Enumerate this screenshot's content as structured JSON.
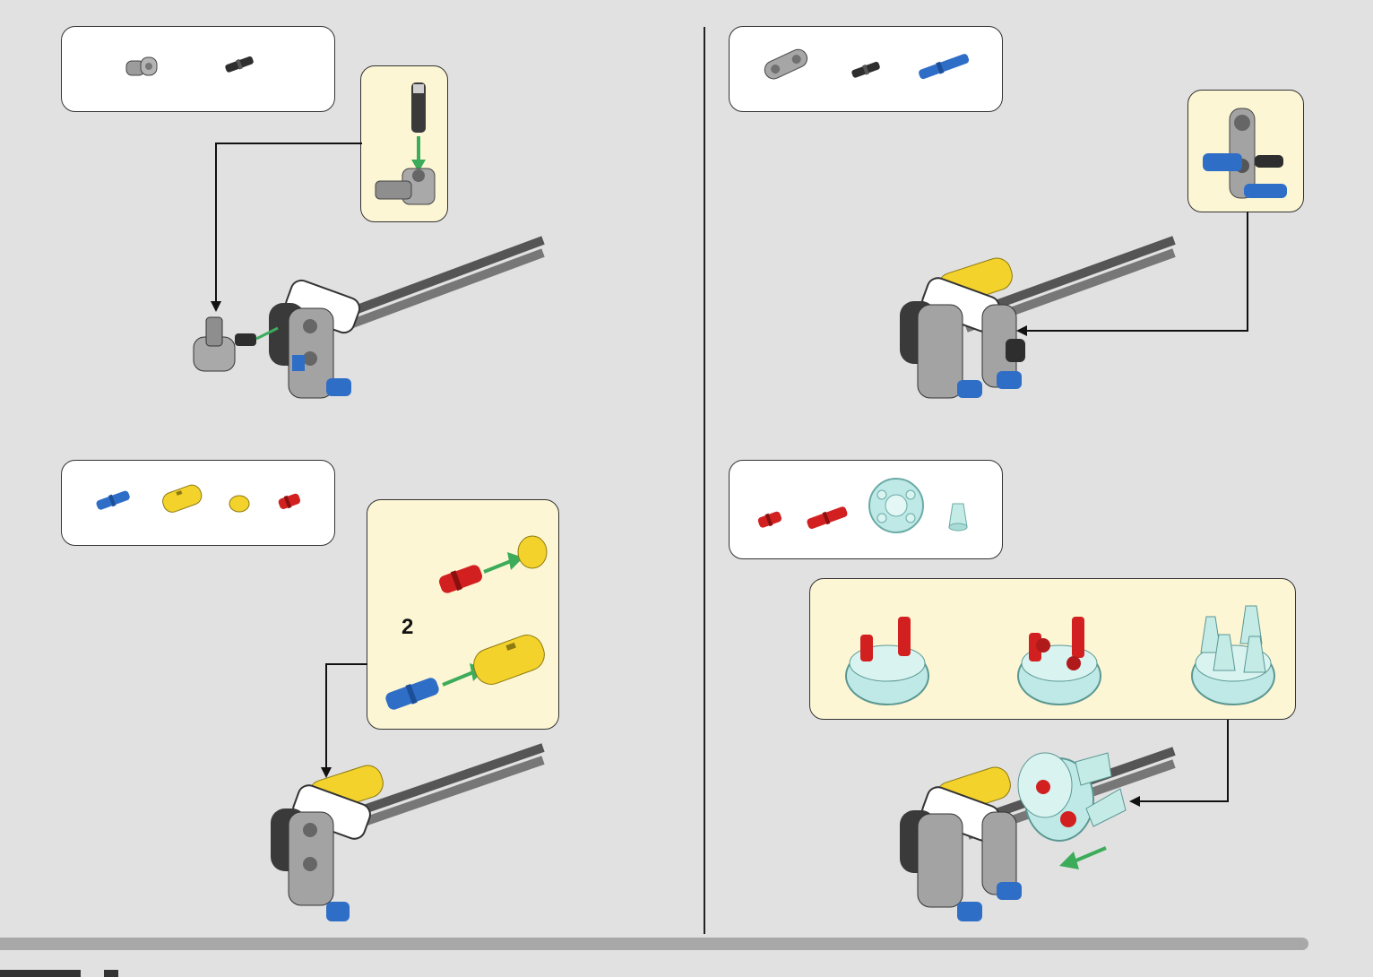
{
  "page": {
    "background": "#e1e1e1",
    "callout_color": "#fdf6d4",
    "arrow_color": "#111111",
    "motion_arrow_color": "#3cac5a"
  },
  "steps": [
    {
      "parts": [
        "gray-axle-pin-connector",
        "black-friction-pin"
      ]
    },
    {
      "parts": [
        "gray-pin-connector-beam",
        "black-friction-pin",
        "blue-axle-pin"
      ]
    },
    {
      "parts": [
        "blue-axle-pin-short",
        "yellow-pin-connector",
        "yellow-round-tile",
        "red-pin"
      ],
      "callout_multiplier": "2"
    },
    {
      "parts": [
        "red-pin",
        "red-axle-pin",
        "trans-light-blue-wheel-hub",
        "trans-light-blue-cone"
      ]
    }
  ]
}
